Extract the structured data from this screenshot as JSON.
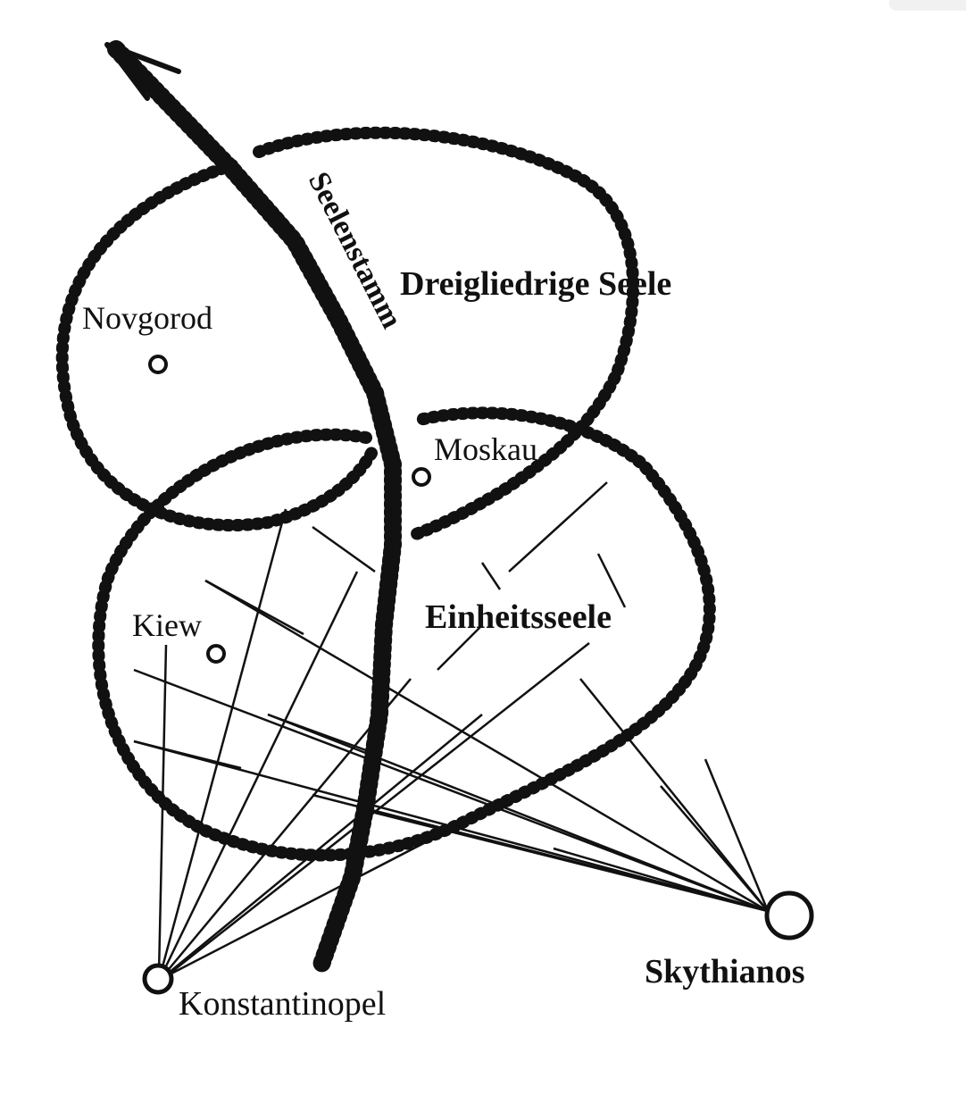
{
  "labels": {
    "novgorod": "Novgorod",
    "moskau": "Moskau",
    "kiew": "Kiew",
    "konstantinopel": "Konstantinopel",
    "skythianos": "Skythianos",
    "dreigliedrige_seele": "Dreigliedrige Seele",
    "einheitsseele": "Einheitsseele",
    "seelenstamm": "Seelenstamm"
  },
  "colors": {
    "ink": "#111111",
    "paper": "#ffffff"
  }
}
